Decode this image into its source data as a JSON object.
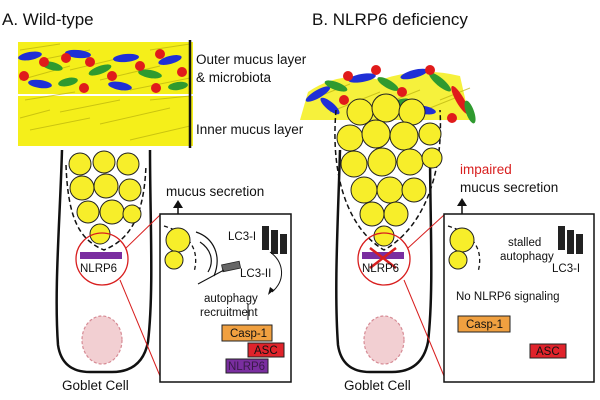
{
  "panels": {
    "left": {
      "title": "A. Wild-type",
      "outer_layer": [
        "Outer mucus layer",
        "& microbiota"
      ],
      "inner_layer": "Inner mucus layer",
      "secretion": "mucus secretion",
      "nlrp6": "NLRP6",
      "cell": "Goblet Cell",
      "lc3_1": "LC3-I",
      "lc3_2": "LC3-II",
      "autophagy": [
        "autophagy",
        "recruitment"
      ],
      "casp1": "Casp-1",
      "asc": "ASC",
      "nlrp6_box": "NLRP6"
    },
    "right": {
      "title": "B. NLRP6 deficiency",
      "impaired": "impaired",
      "secretion": "mucus secretion",
      "nlrp6": "NLRP6",
      "cell": "Goblet Cell",
      "stalled": [
        "stalled",
        "autophagy"
      ],
      "lc3_1": "LC3-I",
      "no_signal": "No NLRP6 signaling",
      "casp1": "Casp-1",
      "asc": "ASC"
    }
  },
  "colors": {
    "mucus": "#f5ef1a",
    "granule": "#f7ee2a",
    "microbe_blue": "#1f2fd6",
    "microbe_red": "#e01b1b",
    "microbe_green": "#2f9a2f",
    "nlrp6": "#7a2ea0",
    "casp1": "#f0a040",
    "asc": "#e0232b",
    "impaired_text": "#d81e1e"
  }
}
